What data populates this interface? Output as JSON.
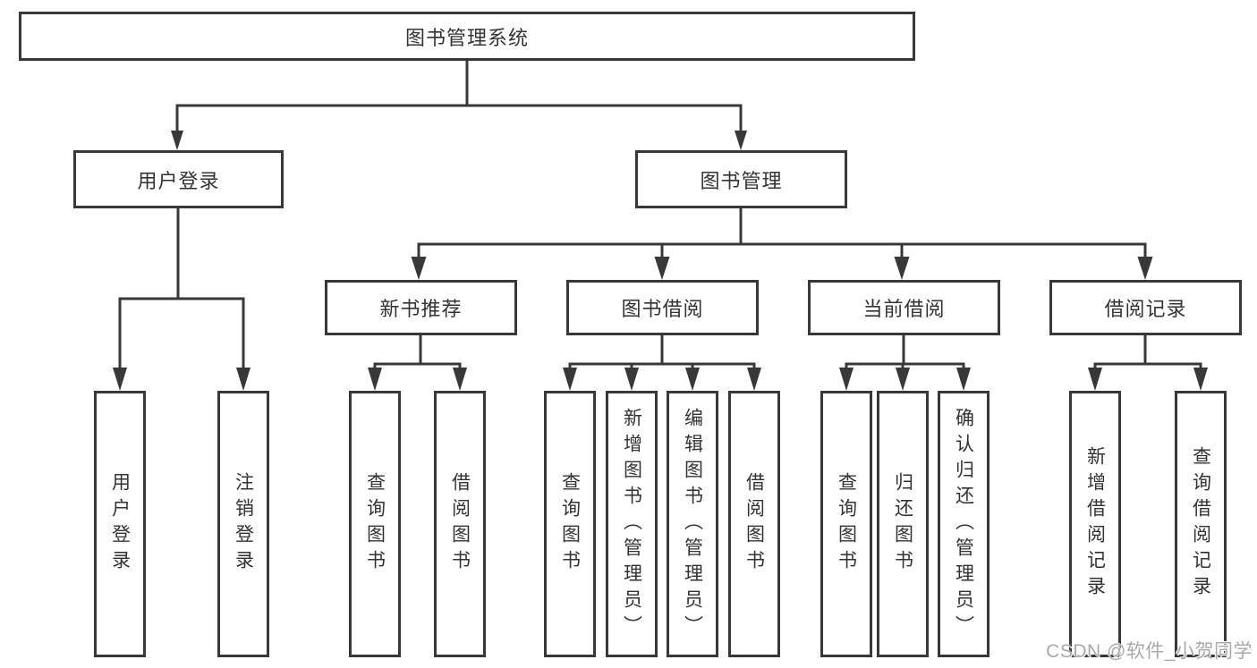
{
  "nodes": {
    "root": {
      "label": "图书管理系统"
    },
    "user_login": {
      "label": "用户登录"
    },
    "book_mgmt": {
      "label": "图书管理"
    },
    "new_books": {
      "label": "新书推荐"
    },
    "book_borrow": {
      "label": "图书借阅"
    },
    "current_borrow": {
      "label": "当前借阅"
    },
    "borrow_records": {
      "label": "借阅记录"
    },
    "leaves": [
      {
        "label": "用户登录"
      },
      {
        "label": "注销登录"
      },
      {
        "label": "查询图书"
      },
      {
        "label": "借阅图书"
      },
      {
        "label": "查询图书"
      },
      {
        "label": "新增图书（管理员）"
      },
      {
        "label": "编辑图书（管理员）"
      },
      {
        "label": "借阅图书"
      },
      {
        "label": "查询图书"
      },
      {
        "label": "归还图书"
      },
      {
        "label": "确认归还（管理员）"
      },
      {
        "label": "新增借阅记录"
      },
      {
        "label": "查询借阅记录"
      }
    ]
  },
  "watermark": {
    "text": "CSDN @软件_小贺同学"
  },
  "colors": {
    "line": "#383838",
    "text": "#333333",
    "watermark": "#a9a9a9",
    "background": "#ffffff"
  }
}
